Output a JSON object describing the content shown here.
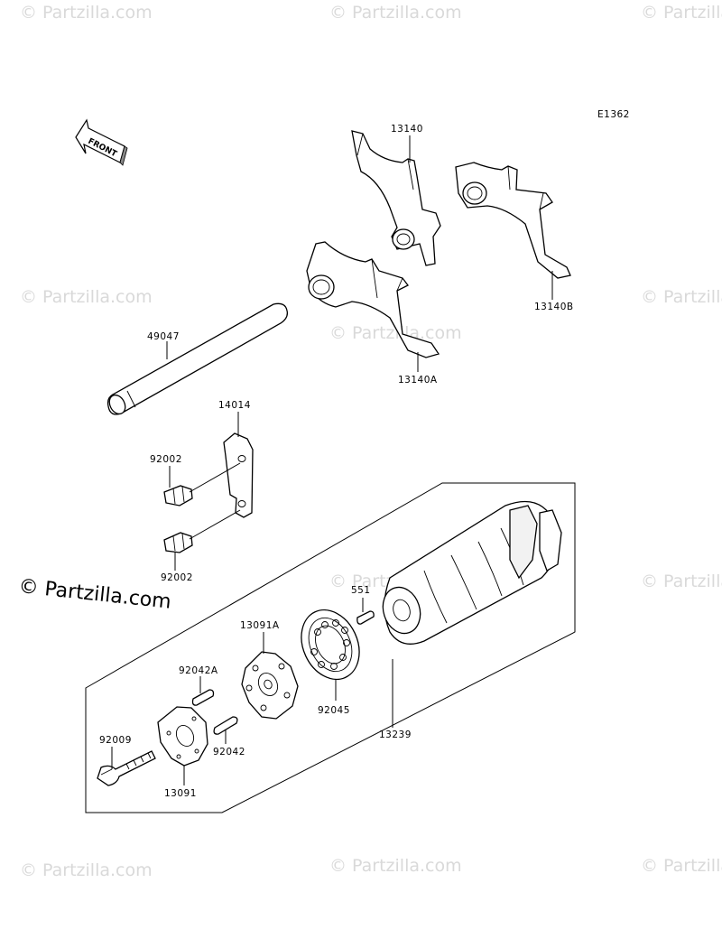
{
  "diagram": {
    "code": "E1362",
    "front_label": "FRONT",
    "watermark_text": "© Partzilla.com",
    "big_watermark": "© Partzilla.com",
    "labels": {
      "fork_13140": "13140",
      "fork_13140B": "13140B",
      "fork_13140A": "13140A",
      "shaft_49047": "49047",
      "plate_14014": "14014",
      "bolt_92002_top": "92002",
      "bolt_92002_bottom": "92002",
      "pin_551": "551",
      "drum_13239": "13239",
      "holder_13091A": "13091A",
      "pin_92042A": "92042A",
      "bearing_92045": "92045",
      "pin_92042": "92042",
      "screw_92009": "92009",
      "plate_13091": "13091"
    }
  }
}
